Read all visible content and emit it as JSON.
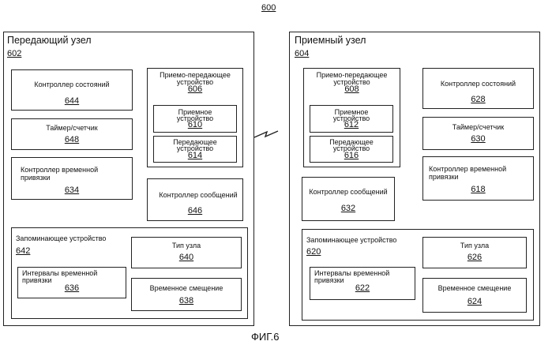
{
  "figure_number": "600",
  "caption": "ФИГ.6",
  "tx": {
    "title": "Передающий узел",
    "num": "602",
    "state_ctrl": {
      "label": "Контроллер состояний",
      "num": "644"
    },
    "timer": {
      "label": "Таймер/счетчик",
      "num": "648"
    },
    "timing_ctrl": {
      "label1": "Контроллер временной",
      "label2": "привязки",
      "num": "634"
    },
    "transceiver": {
      "label1": "Приемо-передающее",
      "label2": "устройство",
      "num": "606",
      "receiver": {
        "label1": "Приемное",
        "label2": "устройство",
        "num": "610"
      },
      "transmitter": {
        "label1": "Передающее",
        "label2": "устройство",
        "num": "614"
      }
    },
    "msg_ctrl": {
      "label": "Контроллер сообщений",
      "num": "646"
    },
    "memory": {
      "label": "Запоминающее устройство",
      "num": "642",
      "node_type": {
        "label": "Тип узла",
        "num": "640"
      },
      "intervals": {
        "label1": "Интервалы временной",
        "label2": "привязки",
        "num": "636"
      },
      "offset": {
        "label": "Временное смещение",
        "num": "638"
      }
    }
  },
  "rx": {
    "title": "Приемный узел",
    "num": "604",
    "transceiver": {
      "label1": "Приемо-передающее",
      "label2": "устройство",
      "num": "608",
      "receiver": {
        "label1": "Приемное",
        "label2": "устройство",
        "num": "612"
      },
      "transmitter": {
        "label1": "Передающее",
        "label2": "устройство",
        "num": "616"
      }
    },
    "state_ctrl": {
      "label": "Контроллер состояний",
      "num": "628"
    },
    "timer": {
      "label": "Таймер/счетчик",
      "num": "630"
    },
    "timing_ctrl": {
      "label1": "Контроллер временной",
      "label2": "привязки",
      "num": "618"
    },
    "msg_ctrl": {
      "label": "Контроллер сообщений",
      "num": "632"
    },
    "memory": {
      "label": "Запоминающее устройство",
      "num": "620",
      "node_type": {
        "label": "Тип узла",
        "num": "626"
      },
      "intervals": {
        "label1": "Интервалы временной",
        "label2": "привязки",
        "num": "622"
      },
      "offset": {
        "label": "Временное смещение",
        "num": "624"
      }
    }
  }
}
